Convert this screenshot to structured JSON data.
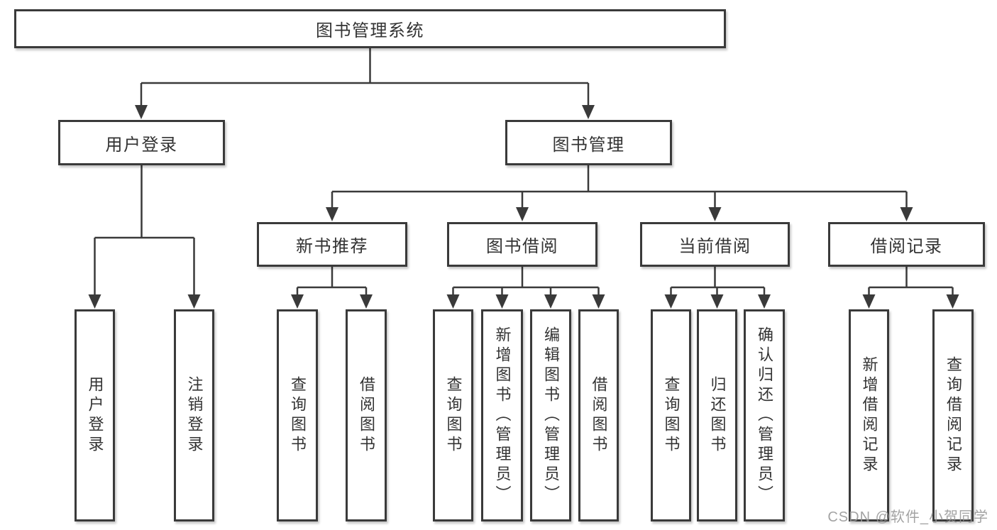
{
  "tree": {
    "root": {
      "label": "图书管理系统"
    },
    "branches": [
      {
        "label": "用户登录",
        "children": [
          {
            "label": "用户登录"
          },
          {
            "label": "注销登录"
          }
        ]
      },
      {
        "label": "图书管理",
        "children": [
          {
            "label": "新书推荐",
            "children": [
              {
                "label": "查询图书"
              },
              {
                "label": "借阅图书"
              }
            ]
          },
          {
            "label": "图书借阅",
            "children": [
              {
                "label": "查询图书"
              },
              {
                "label": "新增图书（管理员）"
              },
              {
                "label": "编辑图书（管理员）"
              },
              {
                "label": "借阅图书"
              }
            ]
          },
          {
            "label": "当前借阅",
            "children": [
              {
                "label": "查询图书"
              },
              {
                "label": "归还图书"
              },
              {
                "label": "确认归还（管理员）"
              }
            ]
          },
          {
            "label": "借阅记录",
            "children": [
              {
                "label": "新增借阅记录"
              },
              {
                "label": "查询借阅记录"
              }
            ]
          }
        ]
      }
    ]
  },
  "watermark": "CSDN @软件_小贺同学",
  "colors": {
    "line": "#3a3a3a",
    "box_border": "#3a3a3a",
    "box_fill": "#ffffff",
    "text": "#333333",
    "watermark": "#969696",
    "background": "#ffffff"
  }
}
